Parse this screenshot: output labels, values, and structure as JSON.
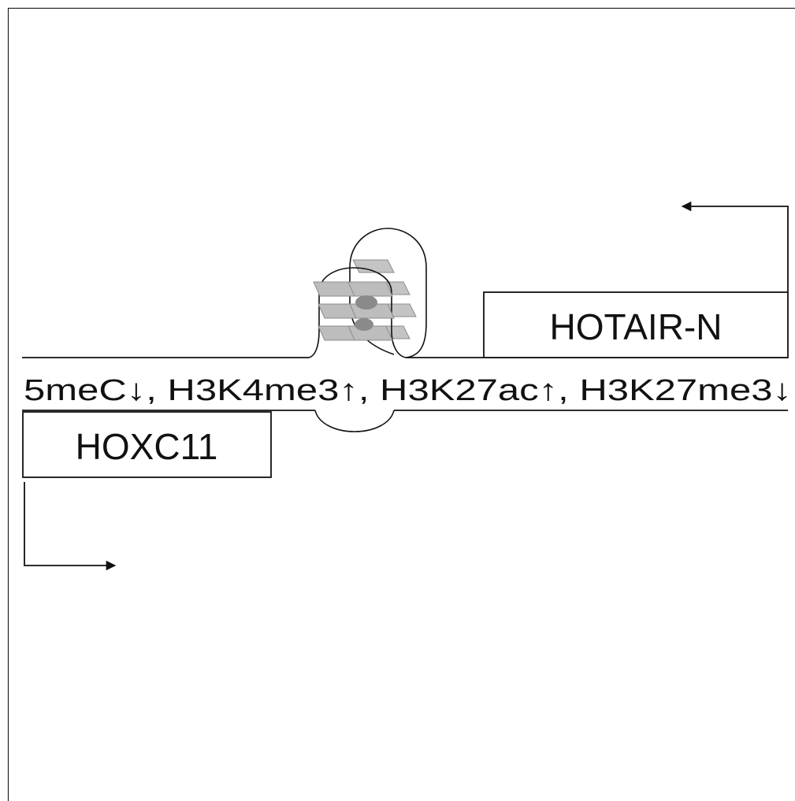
{
  "genes": {
    "hotair": {
      "label": "HOTAIR-N",
      "direction": "leftward"
    },
    "hoxc11": {
      "label": "HOXC11",
      "direction": "rightward"
    }
  },
  "chromatin_marks": "5meC↓, H3K4me3↑, H3K27ac↑, H3K27me3↓",
  "colors": {
    "line": "#111111",
    "nucleosome_fill": "#bdbdbd",
    "nucleosome_edge": "#8c8c8c",
    "histone_core": "#8a8a8a"
  }
}
